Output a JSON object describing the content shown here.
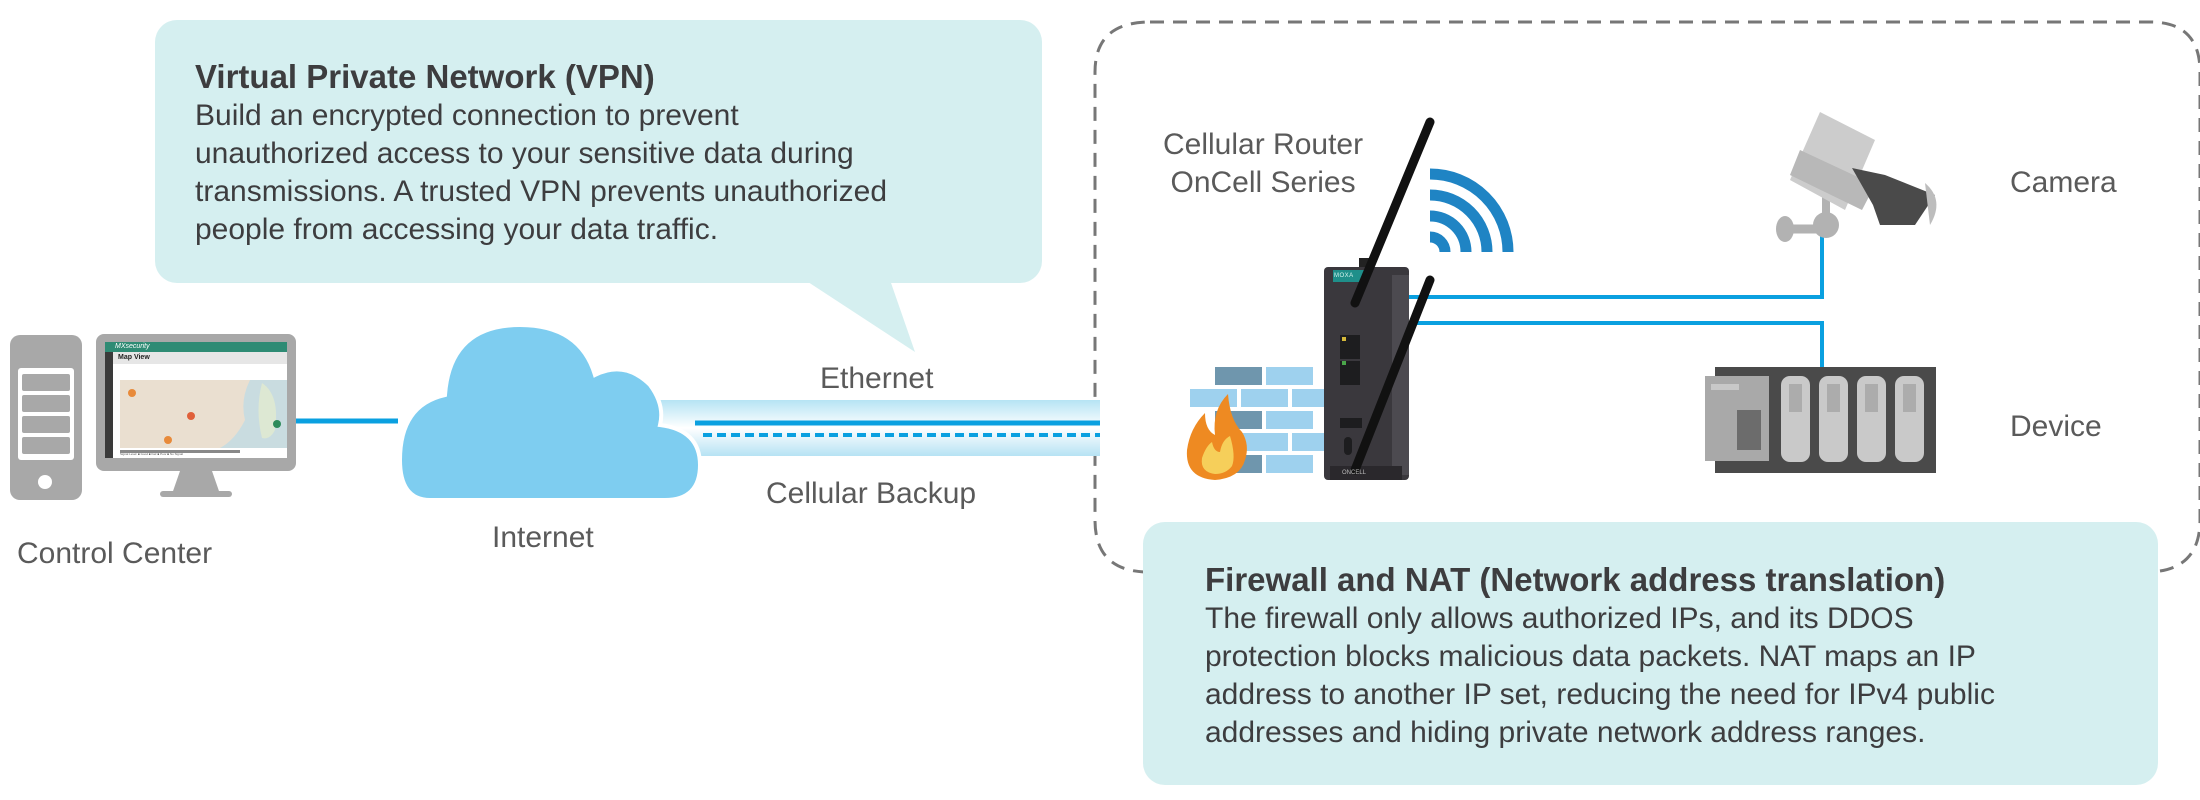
{
  "vpn": {
    "title": "Virtual Private Network (VPN)",
    "lines": [
      "Build an encrypted connection to prevent",
      "unauthorized access to your sensitive data during",
      "transmissions. A trusted VPN prevents unauthorized",
      "people from accessing your data traffic."
    ]
  },
  "firewall": {
    "title": "Firewall and NAT (Network address translation)",
    "lines": [
      "The firewall only allows authorized IPs, and its DDOS",
      "protection blocks malicious data packets. NAT maps an IP",
      "address to another IP set, reducing the need for IPv4 public",
      "addresses and hiding private network address ranges."
    ]
  },
  "nodes": {
    "control_center": "Control Center",
    "internet": "Internet",
    "router_line1": "Cellular Router",
    "router_line2": "OnCell Series",
    "camera": "Camera",
    "device": "Device"
  },
  "links": {
    "ethernet": "Ethernet",
    "cellular_backup": "Cellular Backup"
  },
  "monitor_screen": {
    "app_name": "MXsecurity",
    "view_title": "Map View",
    "legend": "Signal Level: ■ Good ■ Fair ■ Poor ■ No Signal"
  },
  "router_brand": "MOXA",
  "router_model": "ONCELL",
  "colors": {
    "callout_bg": "#d5eff0",
    "link_blue": "#0aa0e0",
    "cloud_blue": "#7ecdf0",
    "wifi_blue": "#1f84c4",
    "text_dark": "#3d3d3f",
    "text_label": "#5a5a5a",
    "dashed_border": "#777777",
    "app_header_green": "#2e8b74"
  }
}
